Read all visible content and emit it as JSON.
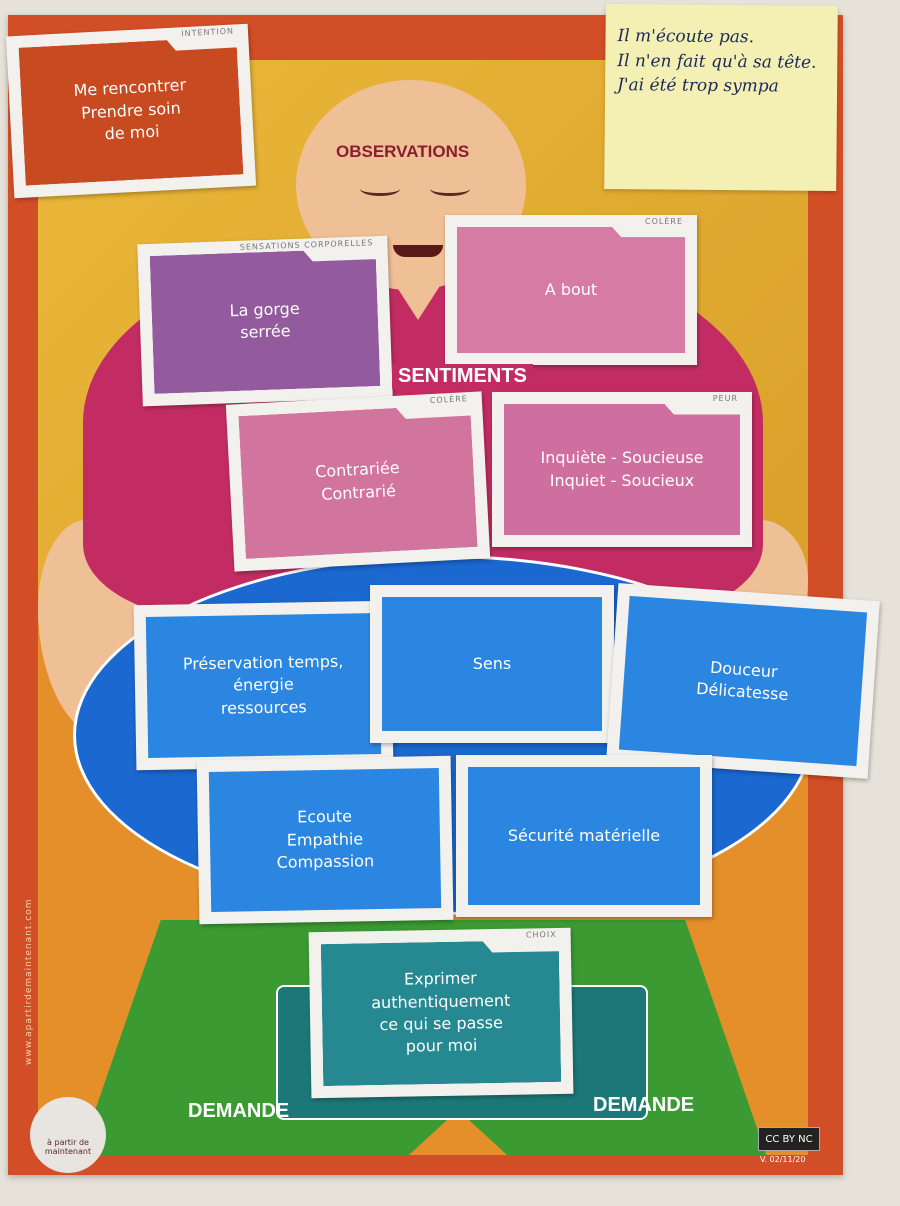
{
  "poster": {
    "sections": {
      "observations": "OBSERVATIONS",
      "sentiments": "SENTIMENTS",
      "demande_left": "DEMANDE",
      "demande_right": "DEMANDE"
    },
    "website": "www.apartirdemaintenant.com",
    "logo_text": "à partir de maintenant",
    "license": "CC BY NC",
    "version": "V. 02/11/20"
  },
  "postit": {
    "text": "Il m'écoute pas.\nIl n'en fait qu'à sa tête.\nJ'ai été trop sympa"
  },
  "cards": [
    {
      "category": "INTENTION",
      "text": "Me rencontrer\nPrendre soin\nde moi",
      "color": "#c84a20"
    },
    {
      "category": "SENSATIONS CORPORELLES",
      "text": "La gorge\nserrée",
      "color": "#935a9e"
    },
    {
      "category": "COLÈRE",
      "text": "A bout",
      "color": "#d67aa6"
    },
    {
      "category": "COLÈRE",
      "text": "Contrariée\nContrarié",
      "color": "#d2759e"
    },
    {
      "category": "PEUR",
      "text": "Inquiète - Soucieuse\nInquiet - Soucieux",
      "color": "#cf6f9f"
    },
    {
      "category": "",
      "text": "Préservation temps,\nénergie\nressources",
      "color": "#2a86e0"
    },
    {
      "category": "",
      "text": "Sens",
      "color": "#2a86e0"
    },
    {
      "category": "",
      "text": "Douceur\nDélicatesse",
      "color": "#2a86e0"
    },
    {
      "category": "",
      "text": "Ecoute\nEmpathie\nCompassion",
      "color": "#2a86e0"
    },
    {
      "category": "",
      "text": "Sécurité matérielle",
      "color": "#2a86e0"
    },
    {
      "category": "CHOIX",
      "text": "Exprimer\nauthentiquement\nce qui se passe\npour moi",
      "color": "#268890"
    }
  ]
}
